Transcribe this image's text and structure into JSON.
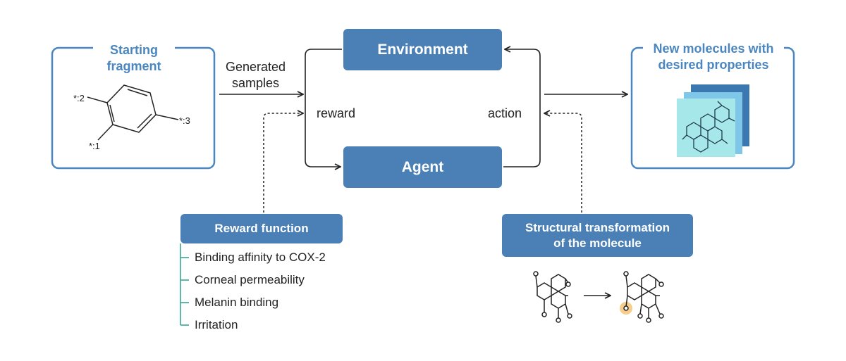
{
  "starting_fragment": {
    "title_line1": "Starting",
    "title_line2": "fragment",
    "atom_labels": [
      "*:2",
      "*:3",
      "*:1"
    ]
  },
  "generated_samples": {
    "line1": "Generated",
    "line2": "samples"
  },
  "environment": {
    "label": "Environment"
  },
  "agent": {
    "label": "Agent"
  },
  "reward_label": "reward",
  "action_label": "action",
  "new_molecules": {
    "line1": "New molecules with",
    "line2": "desired properties"
  },
  "reward_function": {
    "title": "Reward function",
    "items": [
      "Binding affinity to COX-2",
      "Corneal permeability",
      "Melanin binding",
      "Irritation"
    ]
  },
  "structural_transformation": {
    "line1": "Structural transformation",
    "line2": "of the molecule"
  },
  "colors": {
    "box_blue": "#4a80b5",
    "frame_blue": "#4a86bf",
    "teal_list": "#2aa08a",
    "card_dark": "#3c78b0",
    "card_mid": "#7ec7e8",
    "card_light": "#a6e8ea",
    "highlight": "#f6cd8a"
  }
}
